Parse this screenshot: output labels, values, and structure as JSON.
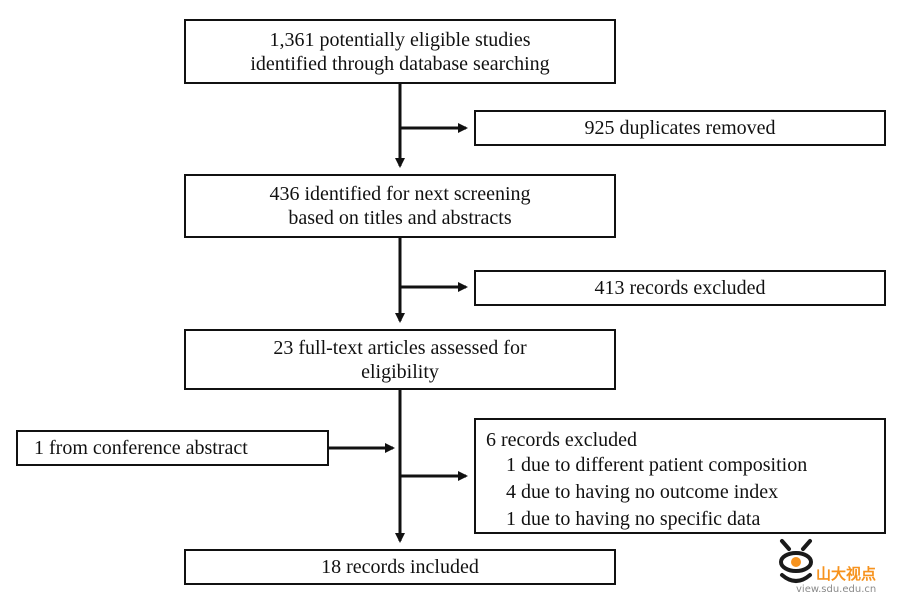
{
  "flowchart": {
    "identified": [
      "1,361 potentially eligible studies",
      "identified through database searching"
    ],
    "duplicates": "925 duplicates removed",
    "screening": [
      "436 identified for next screening",
      "based on titles and abstracts"
    ],
    "excluded_screening": "413 records excluded",
    "full_text": [
      "23 full-text articles assessed for",
      "eligibility"
    ],
    "conference": "1 from conference abstract",
    "excluded_full_text": {
      "title": "6 records excluded",
      "reasons": [
        "1 due to different patient composition",
        "4 due to having no outcome index",
        "1 due to having no specific data"
      ]
    },
    "included": "18 records included"
  },
  "watermark": {
    "brand_text": "山大视点",
    "url": "view.sdu.edu.cn",
    "colors": {
      "orange": "#f7931e",
      "dark": "#1a1a1a",
      "gray": "#8a8a8a"
    }
  }
}
